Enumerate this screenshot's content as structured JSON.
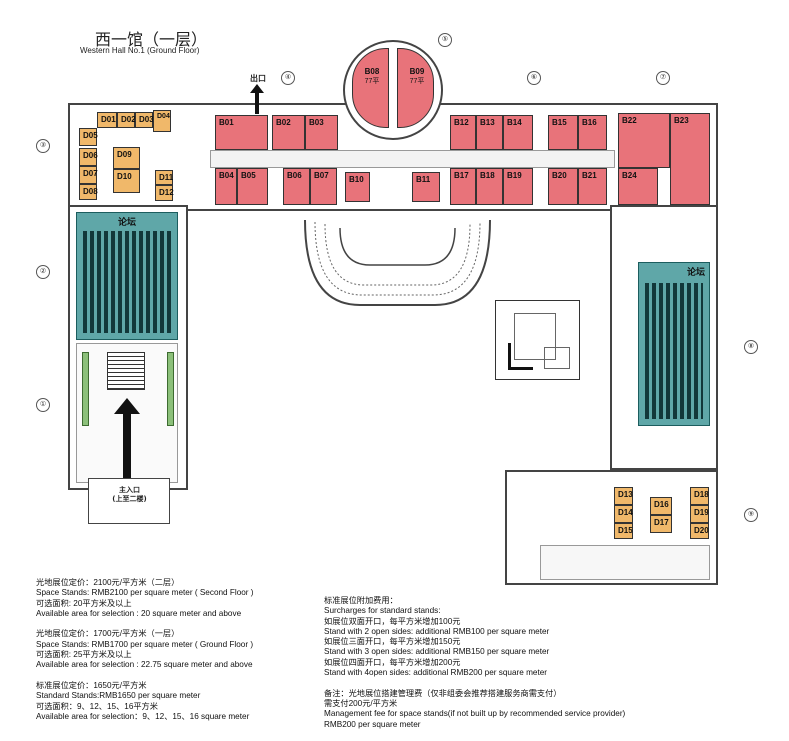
{
  "title": {
    "cn": "西一馆（一层）",
    "en": "Western Hall No.1 (Ground Floor)"
  },
  "markers": {
    "exit": "出口",
    "main_entrance_1": "主入口",
    "main_entrance_2": "(上至二楼)",
    "forum": "论坛"
  },
  "circle_numbers": [
    "①",
    "②",
    "③",
    "④",
    "⑤",
    "⑥",
    "⑦",
    "⑧",
    "⑨"
  ],
  "pink_booths": [
    {
      "id": "B01"
    },
    {
      "id": "B02"
    },
    {
      "id": "B03"
    },
    {
      "id": "B04"
    },
    {
      "id": "B05"
    },
    {
      "id": "B06"
    },
    {
      "id": "B07"
    },
    {
      "id": "B08",
      "sub": "77平"
    },
    {
      "id": "B09",
      "sub": "77平"
    },
    {
      "id": "B10"
    },
    {
      "id": "B11"
    },
    {
      "id": "B12"
    },
    {
      "id": "B13"
    },
    {
      "id": "B14"
    },
    {
      "id": "B15"
    },
    {
      "id": "B16"
    },
    {
      "id": "B17"
    },
    {
      "id": "B18"
    },
    {
      "id": "B19"
    },
    {
      "id": "B20"
    },
    {
      "id": "B21"
    },
    {
      "id": "B22"
    },
    {
      "id": "B23"
    },
    {
      "id": "B24"
    }
  ],
  "orange_booths": [
    "D01",
    "D02",
    "D03",
    "D04",
    "D05",
    "D06",
    "D07",
    "D08",
    "D09",
    "D10",
    "D11",
    "D12",
    "D13",
    "D14",
    "D15",
    "D16",
    "D17",
    "D18",
    "D19",
    "D20"
  ],
  "pricing_left": [
    "光地展位定价：2100元/平方米（二层）",
    "Space Stands: RMB2100 per square meter ( Second Floor )",
    "可选面积: 20平方米及以上",
    "Available area for selection : 20 square meter and above",
    "",
    "光地展位定价：1700元/平方米（一层）",
    "Space Stands: RMB1700 per square meter ( Ground Floor )",
    "可选面积: 25平方米及以上",
    "Available area for selection : 22.75 square meter and above",
    "",
    "标准展位定价：1650元/平方米",
    "Standard Stands:RMB1650 per square meter",
    "可选面积：9、12、15、16平方米",
    "Available area for selection：9、12、15、16 square meter"
  ],
  "pricing_right": [
    "标准展位附加费用：",
    "Surcharges for standard stands:",
    "如展位双面开口，每平方米增加100元",
    "Stand with 2 open sides: additional RMB100 per square meter",
    "如展位三面开口，每平方米增加150元",
    "Stand with 3 open sides: additional RMB150 per square meter",
    "如展位四面开口，每平方米增加200元",
    "Stand with 4open sides: additional RMB200 per square meter",
    "",
    "备注：光地展位搭建管理费（仅非组委会推荐搭建服务商需支付）",
    "需支付200元/平方米",
    "Management fee for space stands(if not built up by recommended service provider)",
    "RMB200 per square meter"
  ],
  "colors": {
    "booth_pink": "#e8737a",
    "booth_orange": "#f0b86a",
    "forum_teal": "#5fa7a8"
  }
}
